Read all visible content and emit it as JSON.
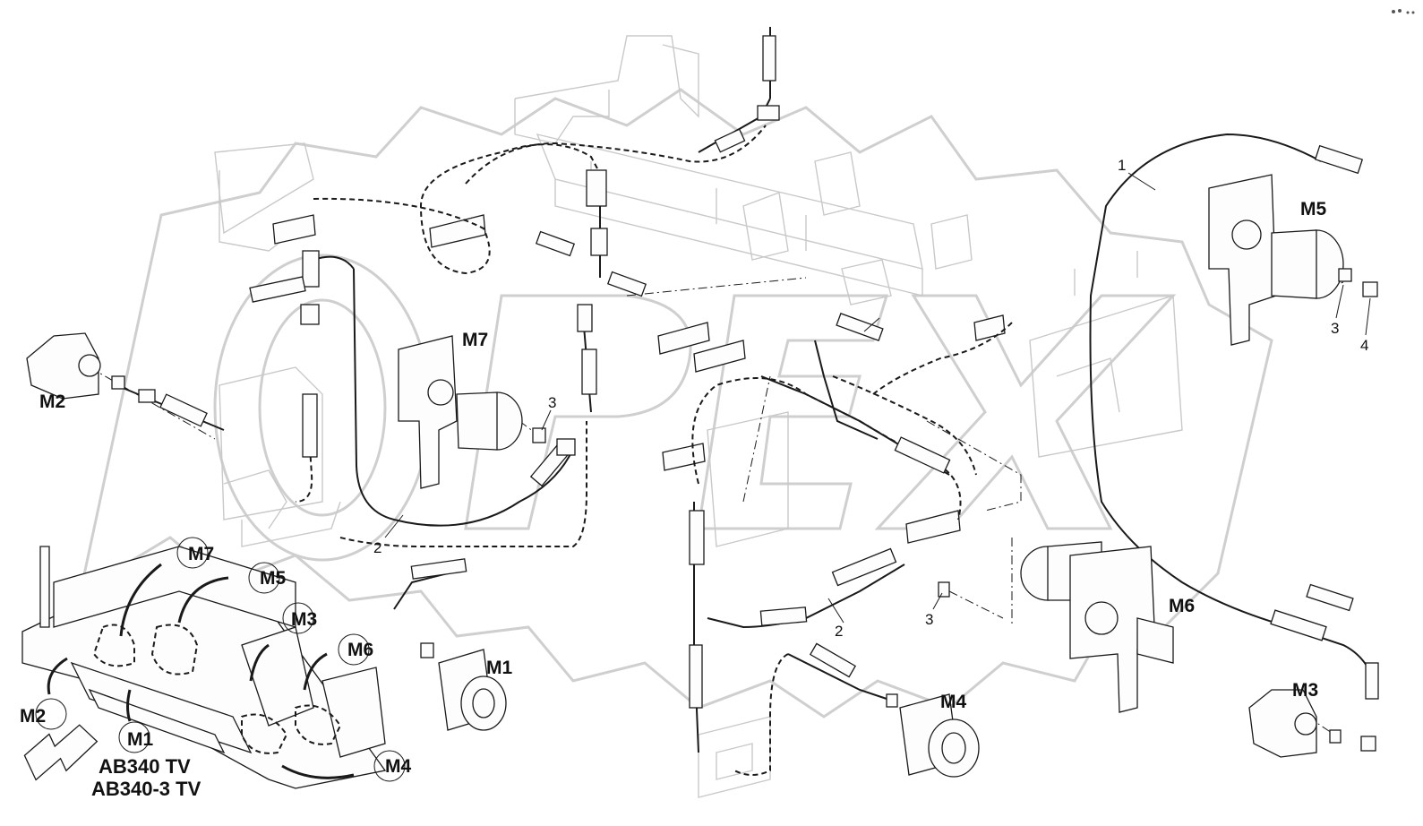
{
  "watermark": {
    "text": "OPEX"
  },
  "motors": {
    "m1": "M1",
    "m2": "M2",
    "m3": "M3",
    "m4": "M4",
    "m5": "M5",
    "m6": "M6",
    "m7": "M7"
  },
  "callouts": {
    "c1": "1",
    "c2a": "2",
    "c2b": "2",
    "c3a": "3",
    "c3b": "3",
    "c3c": "3",
    "c4": "4"
  },
  "inset": {
    "model_1": "AB340 TV",
    "model_2": "AB340-3 TV",
    "m1": "M1",
    "m2": "M2",
    "m3": "M3",
    "m4": "M4",
    "m5": "M5",
    "m6": "M6",
    "m7": "M7"
  }
}
